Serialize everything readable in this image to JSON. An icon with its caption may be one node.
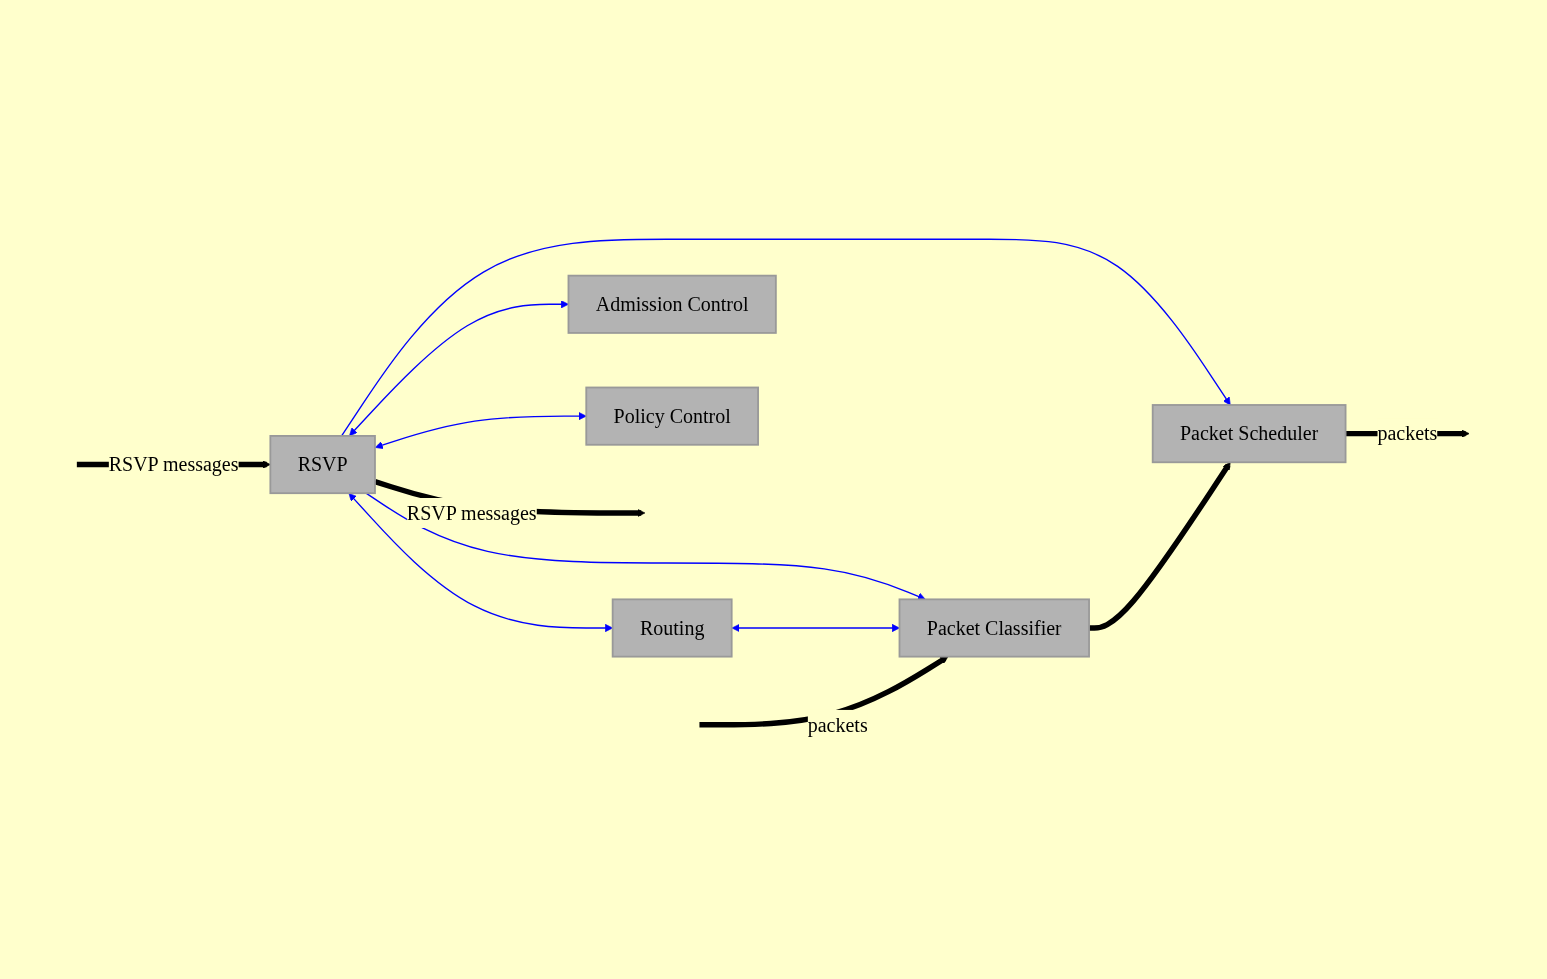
{
  "diagram": {
    "nodes": [
      {
        "text": [
          "RSVP"
        ]
      },
      {
        "text": [
          "Routing"
        ]
      },
      {
        "text": [
          "Admission Control"
        ]
      },
      {
        "text": [
          "Policy Control"
        ]
      },
      {
        "text": [
          "Packet Classifier"
        ]
      },
      {
        "text": [
          "Packet Scheduler"
        ]
      }
    ],
    "edges": [
      {
        "from": null,
        "to": 0,
        "arrow": "to",
        "label": "RSVP messages",
        "style": "thick",
        "color": "#000000"
      },
      {
        "from": 0,
        "to": null,
        "arrow": "to",
        "label": "RSVP messages",
        "style": "thick",
        "color": "#000000"
      },
      {
        "from": 0,
        "to": 1,
        "arrow": "both"
      },
      {
        "from": 0,
        "to": 2,
        "arrow": "both"
      },
      {
        "from": 0,
        "to": 3,
        "arrow": "both"
      },
      {
        "from": 0,
        "to": 4,
        "arrow": "to"
      },
      {
        "from": 0,
        "to": 5,
        "arrow": "to"
      },
      {
        "from": 1,
        "to": 4,
        "arrow": "both"
      },
      {
        "from": null,
        "to": 4,
        "arrow": "to",
        "label": "packets",
        "style": "thick",
        "color": "#000000"
      },
      {
        "from": 4,
        "to": 5,
        "arrow": "to",
        "style": "thick",
        "color": "#000000"
      },
      {
        "from": 5,
        "to": null,
        "arrow": "to",
        "label": "packets",
        "style": "thick",
        "color": "#000000"
      }
    ]
  }
}
